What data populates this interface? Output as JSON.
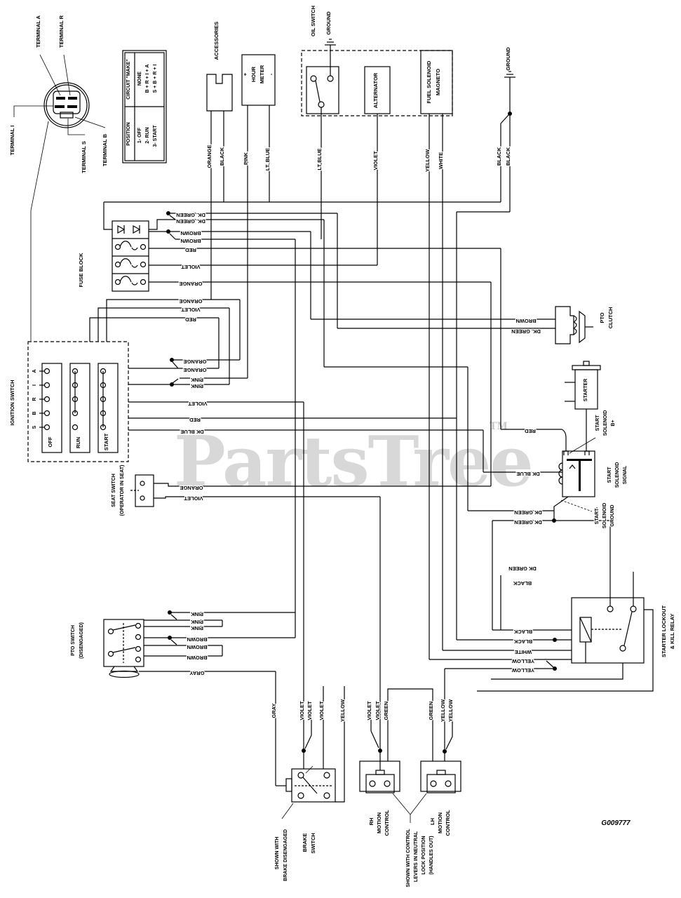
{
  "watermark": {
    "text": "PartsTree",
    "tm": "TM"
  },
  "figure_id": "G009777",
  "key_switch": {
    "terminals": [
      "TERMINAL A",
      "TERMINAL R",
      "TERMINAL I",
      "TERMINAL S",
      "TERMINAL B"
    ]
  },
  "switch_table": {
    "col1_header": "POSITION",
    "col2_header": "CIRCUIT \"MAKE\"",
    "positions": [
      "1- OFF",
      "2- RUN",
      "3- START"
    ],
    "makes": [
      "NONE",
      "B + R + I + A",
      "S + B + R + I"
    ]
  },
  "components": {
    "accessories": "ACCESSORIES",
    "hour_meter": {
      "plus": "+",
      "line1": "HOUR",
      "line2": "METER",
      "minus": "-"
    },
    "oil_switch": "OIL SWITCH",
    "oil_ground": "GROUND",
    "alternator": "ALTERNATOR",
    "fuel_solenoid": {
      "line1": "FUEL SOLENOID",
      "line2": "MAGNETO"
    },
    "ground_right": "GROUND",
    "fuse_block": "FUSE BLOCK",
    "ignition_switch": {
      "label": "IGNITION SWITCH",
      "terminals": [
        "A",
        "I",
        "R",
        "B",
        "S"
      ],
      "positions": [
        "OFF",
        "RUN",
        "START"
      ]
    },
    "seat_switch": {
      "line1": "SEAT SWITCH",
      "line2": "(OPERATOR IN SEAT)"
    },
    "pto_switch": {
      "line1": "PTO SWITCH",
      "line2": "(DISENGAGED)"
    },
    "pto_clutch": {
      "line1": "PTO",
      "line2": "CLUTCH"
    },
    "starter": "STARTER",
    "start_solenoid_b": {
      "line1": "START",
      "line2": "SOLENOID",
      "line3": "B+"
    },
    "start_solenoid_signal": {
      "line1": "START",
      "line2": "SOLENOID",
      "line3": "SIGNAL"
    },
    "start_solenoid_ground": {
      "line1": "START-",
      "line2": "SOLENOID",
      "line3": "GROUND"
    },
    "relay": {
      "line1": "STARTER LOCKOUT",
      "line2": "& KILL RELAY"
    },
    "brake_switch": {
      "line1": "BRAKE",
      "line2": "SWITCH"
    },
    "brake_note": {
      "line1": "SHOWN WITH",
      "line2": "BRAKE DISENGAGED"
    },
    "rh_motion": {
      "line1": "RH",
      "line2": "MOTION",
      "line3": "CONTROL"
    },
    "lh_motion": {
      "line1": "LH",
      "line2": "MOTION",
      "line3": "CONTROL"
    },
    "motion_note": {
      "line1": "SHOWN WITH CONTROL",
      "line2": "LEVERS IN NEUTRAL",
      "line3": "LOCK POSITION",
      "line4": "(HANDLES OUT)"
    }
  },
  "wire_labels": {
    "top": [
      "ORANGE",
      "BLACK",
      "PINK",
      "LT. BLUE",
      "LT BLUE",
      "VIOLET",
      "YELLOW",
      "WHITE",
      "BLACK",
      "BLACK"
    ],
    "fuse_rows": [
      "DK. GREEN",
      "DK. GREEN",
      "BROWN",
      "BROWN",
      "RED",
      "VIOLET",
      "ORANGE"
    ],
    "below_fuse": [
      "ORANGE",
      "VIOLET",
      "RED"
    ],
    "ignition_rows": [
      "ORANGE",
      "ORANGE",
      "PINK",
      "PINK",
      "VIOLET",
      "RED",
      "DK BLUE"
    ],
    "seat_rows": [
      "ORANGE",
      "VIOLET"
    ],
    "pto_rows": [
      "PINK",
      "PINK",
      "PINK",
      "BROWN",
      "BROWN",
      "BROWN",
      "GRAY"
    ],
    "clutch_rows": [
      "BROWN",
      "DK. GREEN"
    ],
    "solenoid_rows": [
      "RED",
      "DK BLUE",
      "DK GREEN",
      "DK GREEN"
    ],
    "relay_left": [
      "DK GREEN",
      "BLACK"
    ],
    "relay_rows": [
      "BLACK",
      "BLACK",
      "WHITE",
      "YELLOW",
      "YELLOW"
    ],
    "bottom": [
      "GRAY",
      "VIOLET",
      "VIOLET",
      "VIOLET",
      "YELLOW",
      "VIOLET",
      "VIOLET",
      "GREEN",
      "GREEN",
      "YELLOW",
      "YELLOW"
    ]
  }
}
